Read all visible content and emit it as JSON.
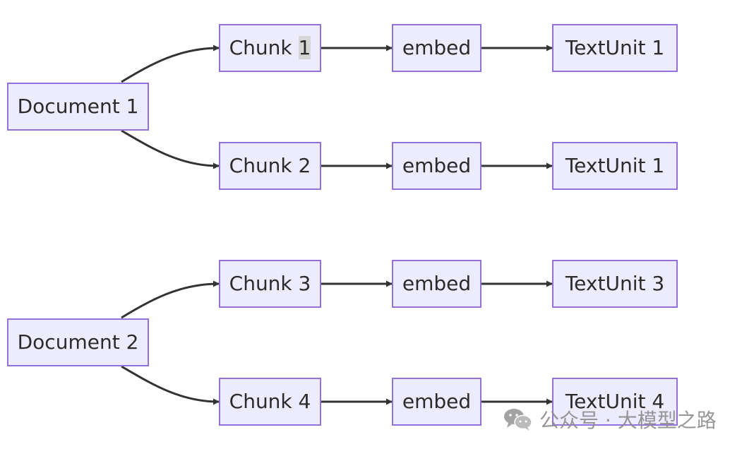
{
  "nodes": {
    "document_1": "Document 1",
    "document_2": "Document 2",
    "chunk_1_prefix": "Chunk ",
    "chunk_1_num": "1",
    "chunk_2": "Chunk 2",
    "chunk_3": "Chunk 3",
    "chunk_4": "Chunk 4",
    "embed": "embed",
    "textunit_row1": "TextUnit 1",
    "textunit_row2": "TextUnit 1",
    "textunit_row3": "TextUnit 3",
    "textunit_row4": "TextUnit 4"
  },
  "watermark": {
    "text": "公众号 · 大模型之路",
    "icon": "wechat-icon"
  },
  "colors": {
    "node_fill": "#ececfe",
    "node_border": "#9370db",
    "edge": "#333333",
    "text": "#2b2b2b",
    "highlight": "#d6d6d6"
  }
}
